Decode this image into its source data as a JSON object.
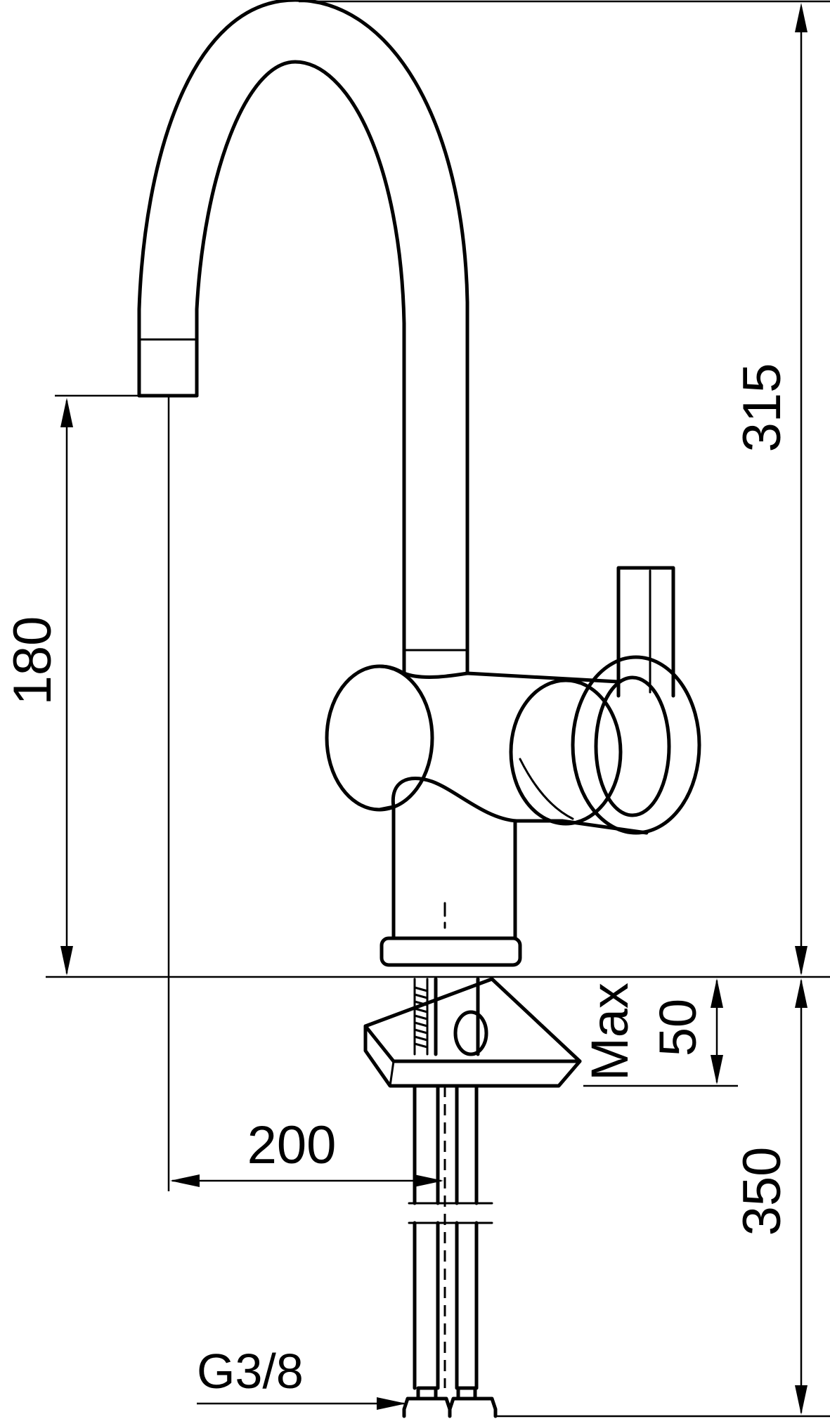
{
  "drawing": {
    "subject": "faucet-dimension-drawing",
    "dimensions": {
      "total_height": "315",
      "spout_height": "180",
      "below_counter": "350",
      "max_label": "Max",
      "max_value": "50",
      "reach": "200",
      "connection": "G3/8"
    },
    "line_color": "#000000",
    "background_color": "#ffffff"
  }
}
